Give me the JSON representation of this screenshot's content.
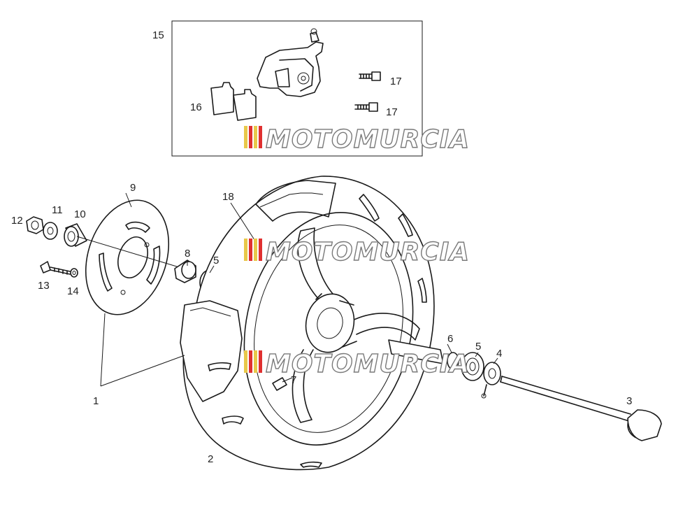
{
  "callouts": {
    "c1": "1",
    "c2": "2",
    "c3": "3",
    "c4": "4",
    "c5a": "5",
    "c5b": "5",
    "c6": "6",
    "c7": "7",
    "c8": "8",
    "c9": "9",
    "c10": "10",
    "c11": "11",
    "c12": "12",
    "c13": "13",
    "c14": "14",
    "c15": "15",
    "c16": "16",
    "c17a": "17",
    "c17b": "17",
    "c18": "18"
  },
  "watermark": {
    "text": "MOTOMURCIA",
    "stripe_colors": [
      "#e8c84a",
      "#e03030",
      "#e8c84a",
      "#e03030"
    ]
  },
  "colors": {
    "line": "#1a1a1a",
    "background": "#ffffff"
  }
}
